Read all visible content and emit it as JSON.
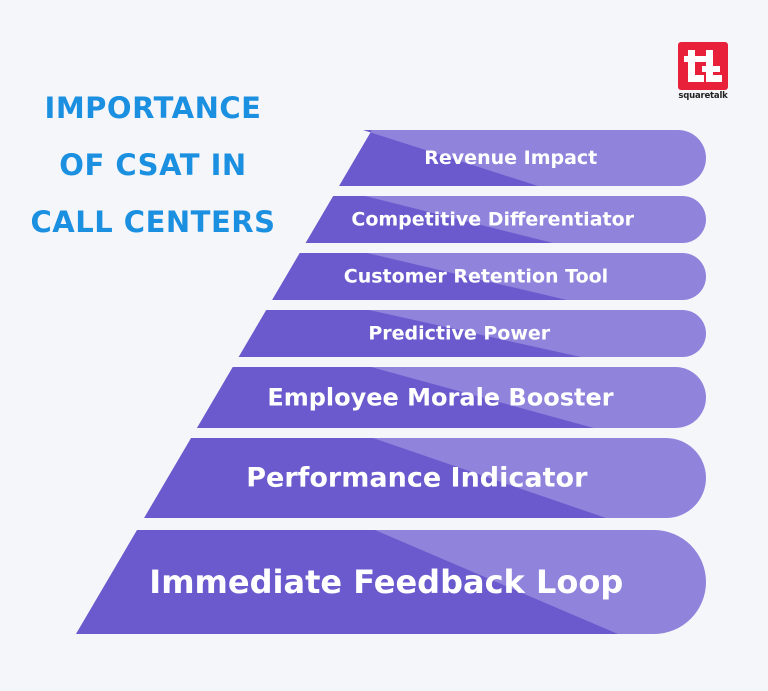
{
  "title": {
    "lines": [
      "IMPORTANCE",
      "OF CSAT IN",
      "CALL CENTERS"
    ]
  },
  "logo": {
    "text": "squaretalk",
    "glyph": "t"
  },
  "pyramid": {
    "tiers": [
      {
        "label": "Revenue Impact"
      },
      {
        "label": "Competitive Differentiator"
      },
      {
        "label": "Customer Retention Tool"
      },
      {
        "label": "Predictive Power"
      },
      {
        "label": "Employee Morale Booster"
      },
      {
        "label": "Performance Indicator"
      },
      {
        "label": "Immediate Feedback Loop"
      }
    ]
  },
  "colors": {
    "title": "#1b8fe0",
    "tier_front": "#6a5acd",
    "tier_back": "#8f83dc",
    "logo_red": "#e8203a",
    "background": "#f5f6fa"
  }
}
